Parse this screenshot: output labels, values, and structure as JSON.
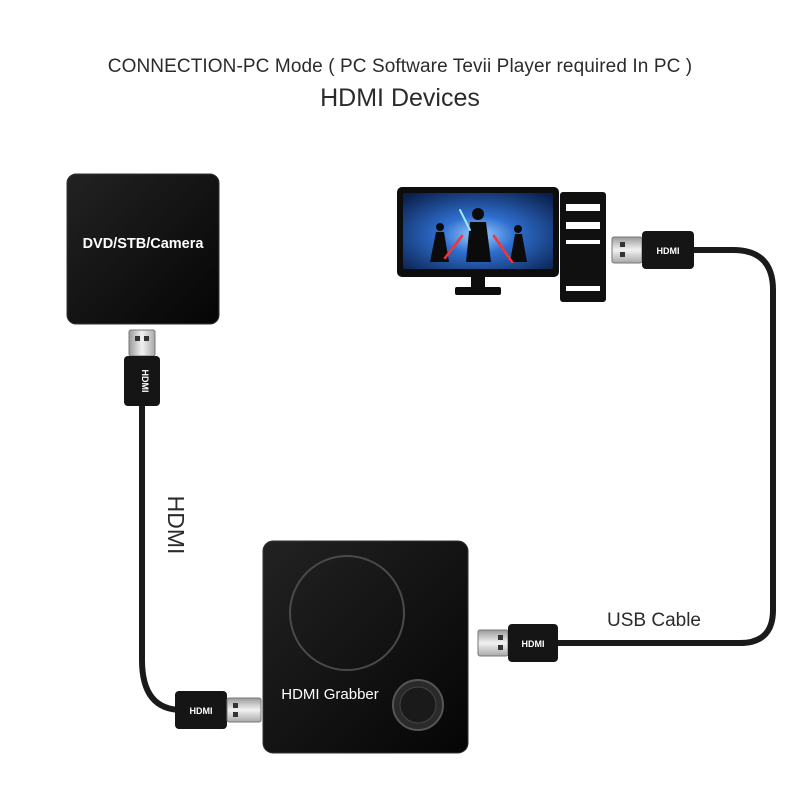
{
  "header": {
    "subtitle": "CONNECTION-PC Mode ( PC Software Tevii Player required In PC )",
    "title": "HDMI Devices"
  },
  "devices": {
    "source": {
      "label": "DVD/STB/Camera"
    },
    "grabber": {
      "label": "HDMI Grabber"
    },
    "pc": {
      "icon": "desktop-pc-icon"
    }
  },
  "plugs": {
    "source_plug": "HDMI",
    "grabber_left_plug": "HDMI",
    "grabber_right_plug": "HDMI",
    "pc_plug": "HDMI"
  },
  "cables": {
    "left_label": "HDMI",
    "right_label": "USB Cable"
  },
  "colors": {
    "device": "#111111",
    "cable": "#1a1a1a",
    "plug_metal": "#c9c9c9",
    "screen_blue": "#2f6fd0",
    "text": "#2b2b2b"
  }
}
